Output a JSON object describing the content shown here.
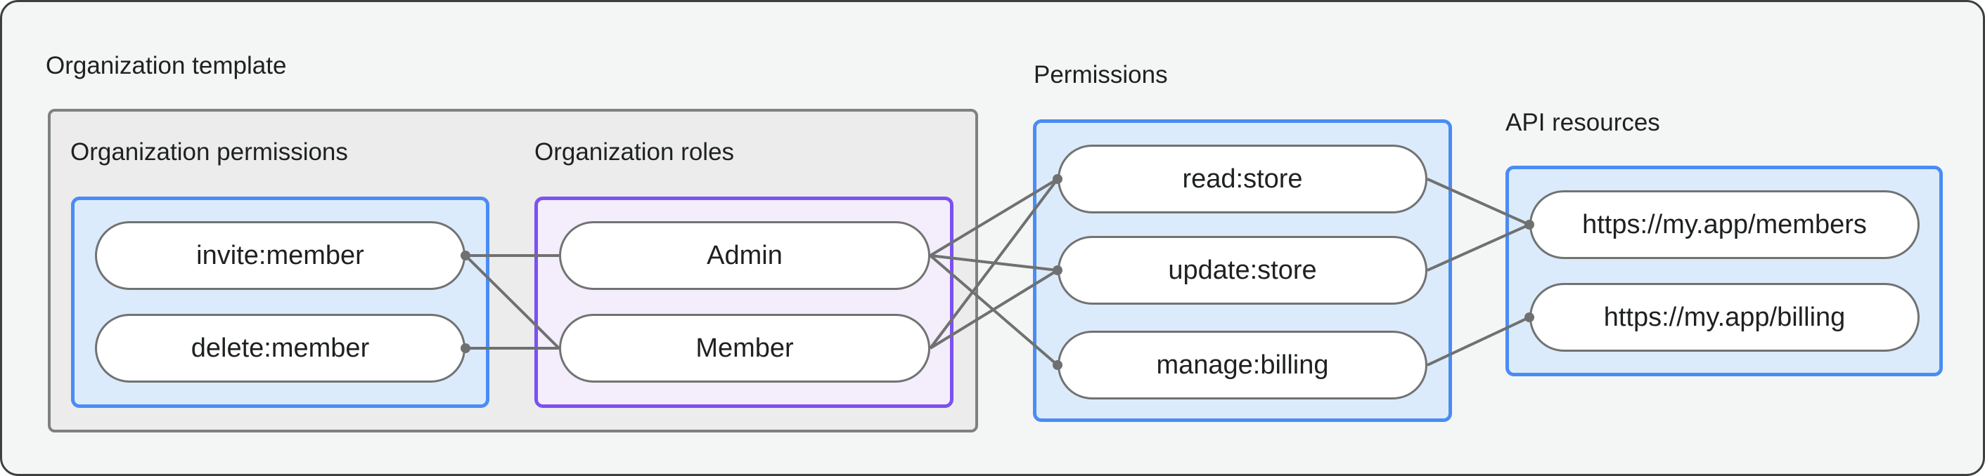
{
  "labels": {
    "org_template": "Organization template",
    "org_permissions": "Organization permissions",
    "org_roles": "Organization roles",
    "permissions": "Permissions",
    "api_resources": "API resources"
  },
  "nodes": {
    "org_permissions": [
      "invite:member",
      "delete:member"
    ],
    "org_roles": [
      "Admin",
      "Member"
    ],
    "permissions": [
      "read:store",
      "update:store",
      "manage:billing"
    ],
    "api_resources": [
      "https://my.app/members",
      "https://my.app/billing"
    ]
  },
  "edges": [
    {
      "from": "invite:member",
      "to": "Admin"
    },
    {
      "from": "invite:member",
      "to": "Member"
    },
    {
      "from": "delete:member",
      "to": "Member"
    },
    {
      "from": "Admin",
      "to": "read:store"
    },
    {
      "from": "Admin",
      "to": "update:store"
    },
    {
      "from": "Admin",
      "to": "manage:billing"
    },
    {
      "from": "Member",
      "to": "read:store"
    },
    {
      "from": "Member",
      "to": "update:store"
    },
    {
      "from": "read:store",
      "to": "https://my.app/members"
    },
    {
      "from": "update:store",
      "to": "https://my.app/members"
    },
    {
      "from": "manage:billing",
      "to": "https://my.app/billing"
    }
  ],
  "colors": {
    "canvas-bg": "#f4f6f5",
    "outer-bg": "#ffffff",
    "canvas-edge": "#3c3f3e",
    "group-fill": "#ececec",
    "group-border": "#7e8180",
    "blue-fill": "#dcebfb",
    "blue-border": "#4a8cf5",
    "purple-fill": "#f3edfc",
    "purple-border": "#7c50f2",
    "pill-fill": "#ffffff",
    "pill-border": "#707372",
    "edge": "#6f7170",
    "text": "#1f2121"
  }
}
